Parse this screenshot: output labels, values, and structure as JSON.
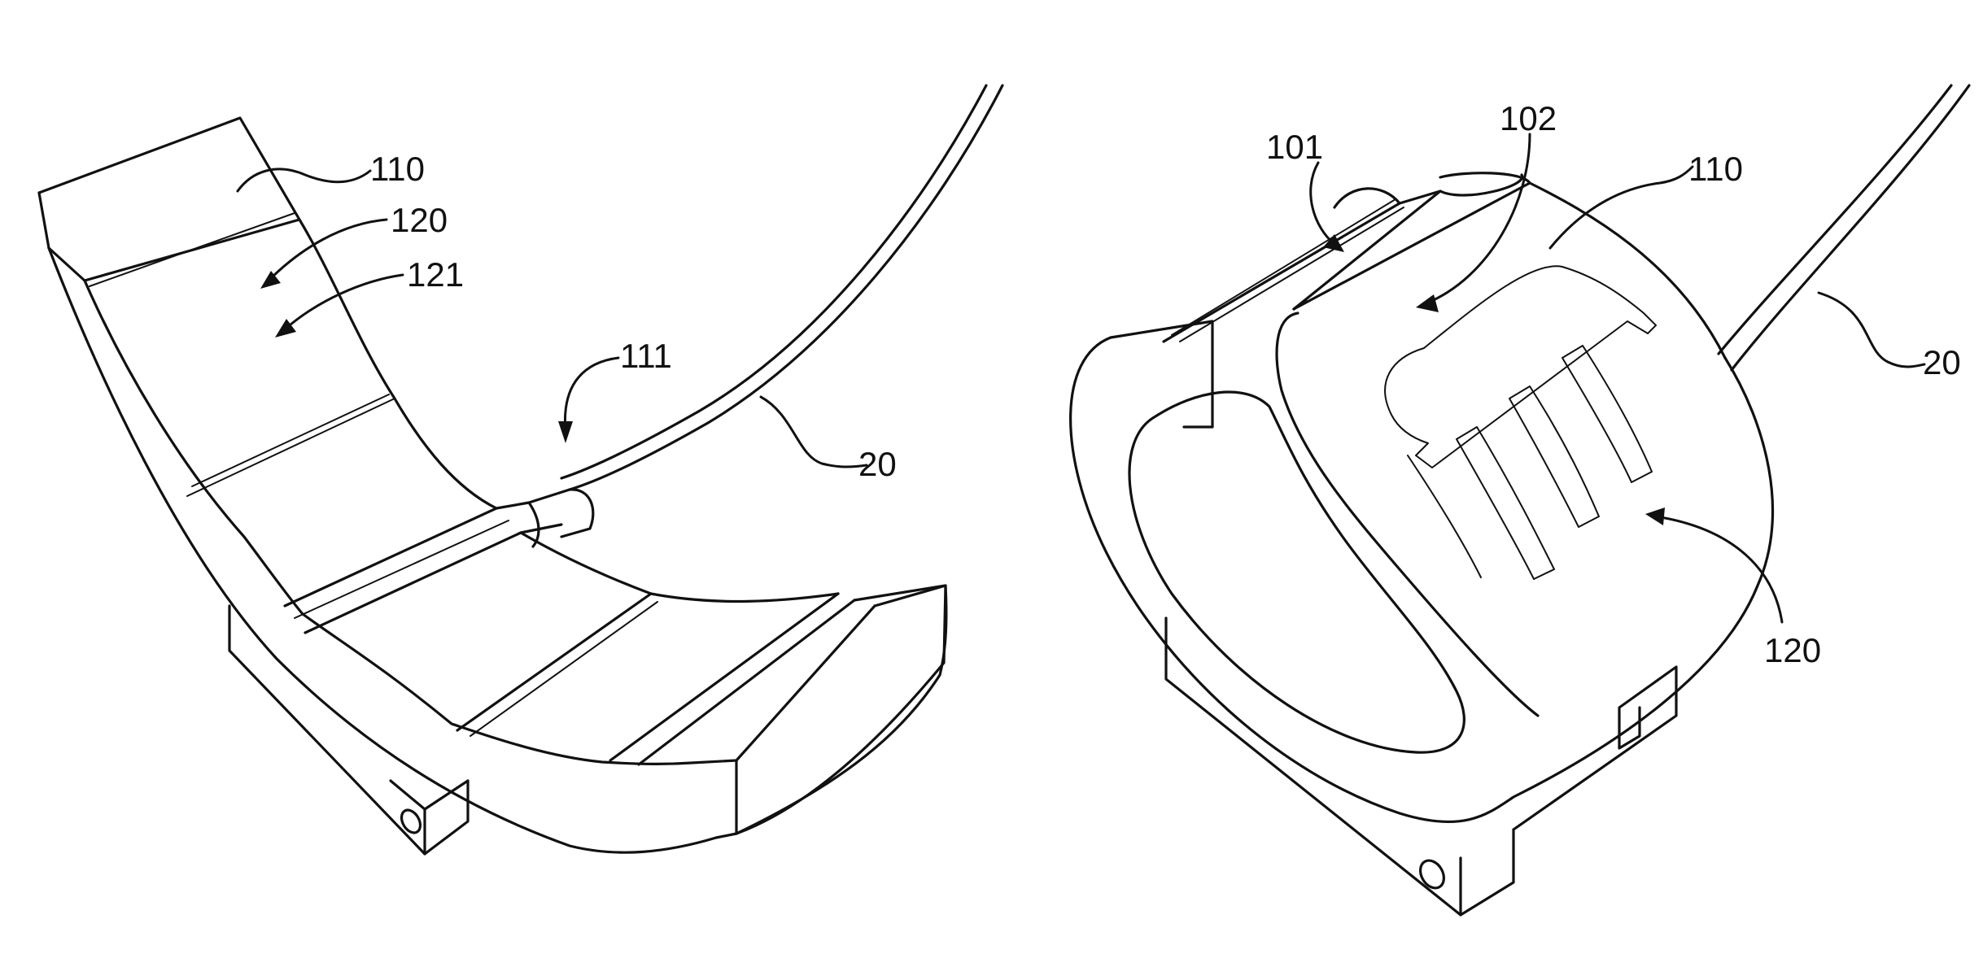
{
  "figure_left": {
    "labels": {
      "l110": "110",
      "l120": "120",
      "l121": "121",
      "l111": "111",
      "l20": "20"
    }
  },
  "figure_right": {
    "labels": {
      "l101": "101",
      "l102": "102",
      "l110": "110",
      "l20": "20",
      "l120": "120"
    }
  },
  "style": {
    "line_color": "#111111",
    "background": "#ffffff"
  }
}
